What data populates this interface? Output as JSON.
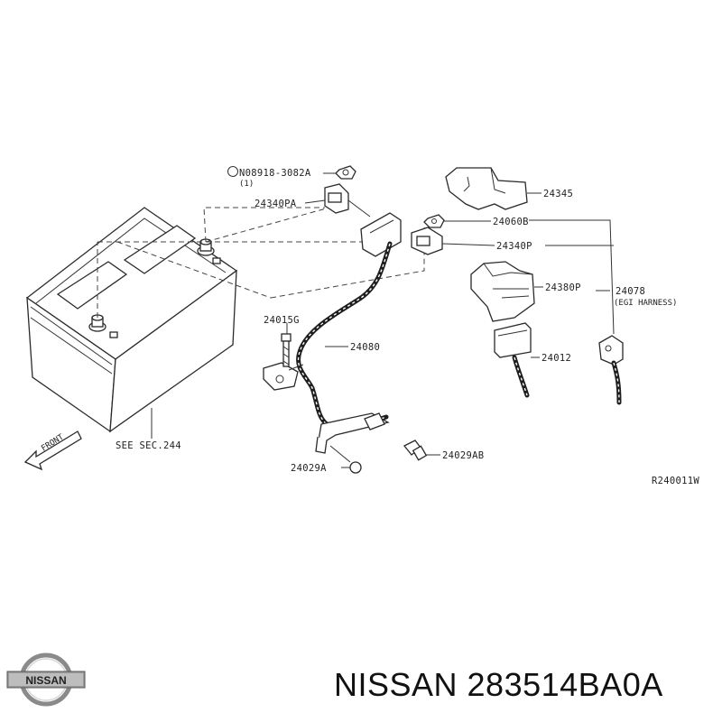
{
  "diagram": {
    "labels": {
      "bolt_08918": "N08918-3082A",
      "bolt_qty": "(1)",
      "p24340PA": "24340PA",
      "p24345": "24345",
      "p24060B": "24060B",
      "p24340P": "24340P",
      "p24380P": "24380P",
      "p24078": "24078",
      "egi_harness": "(EGI HARNESS)",
      "p24015G": "24015G",
      "p24080": "24080",
      "p24012": "24012",
      "p24029AB": "24029AB",
      "p24029A": "24029A",
      "see_sec": "SEE SEC.244",
      "front": "FRONT",
      "ref_code": "R240011W"
    }
  },
  "footer": {
    "brand_logo_text": "NISSAN",
    "part_title": "NISSAN 283514BA0A"
  },
  "colors": {
    "line": "#2a2a2a",
    "background": "#ffffff"
  }
}
